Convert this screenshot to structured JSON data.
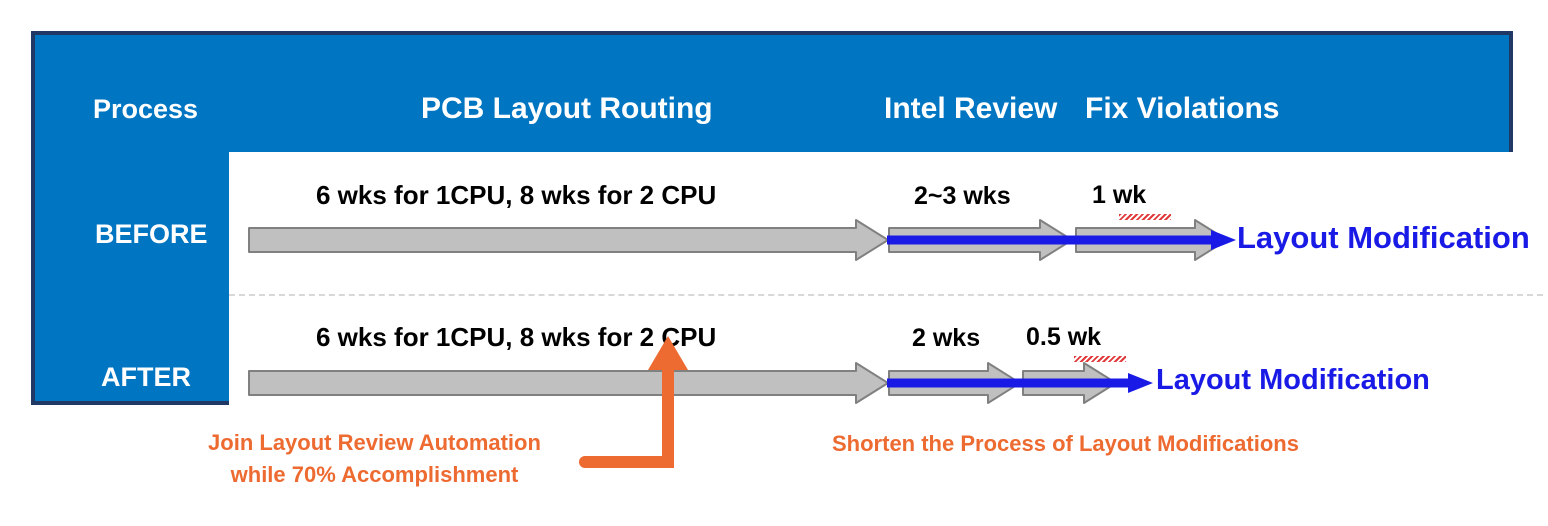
{
  "card": {
    "fill": "#0075C2",
    "border": "#1F3864"
  },
  "header": {
    "process_label": "Process",
    "columns": [
      {
        "label": "PCB Layout Routing"
      },
      {
        "label": "Intel Review"
      },
      {
        "label": "Fix Violations"
      }
    ]
  },
  "rows": [
    {
      "name": "BEFORE",
      "label": "BEFORE",
      "routing_caption": "6 wks for 1CPU, 8 wks for 2 CPU",
      "review_caption": "2~3 wks",
      "fix_caption": "1 wk",
      "fix_caption_spellcheck": true,
      "outcome": "Layout Modification"
    },
    {
      "name": "AFTER",
      "label": "AFTER",
      "routing_caption": "6 wks for 1CPU, 8 wks for 2 CPU",
      "review_caption": "2 wks",
      "fix_caption": "0.5 wk",
      "fix_caption_spellcheck": true,
      "outcome": "Layout Modification"
    }
  ],
  "notes": {
    "left_line1": "Join Layout Review Automation",
    "left_line2": "while 70% Accomplishment",
    "right": "Shorten the Process of Layout Modifications"
  },
  "colors": {
    "brand_blue": "#0075C2",
    "dark_navy": "#1F3864",
    "arrow_gray_fill": "#C0C0C0",
    "arrow_gray_stroke": "#808080",
    "flow_blue": "#1A1AE6",
    "accent_orange": "#ED6A31",
    "separator_gray": "#D8D8D8"
  },
  "icons": {
    "routing_arrow": "right-block-arrow-icon",
    "review_arrow": "right-block-arrow-icon",
    "fix_arrow": "right-block-arrow-icon",
    "flow_arrow": "blue-flow-arrow-icon",
    "callout_arrow": "orange-elbow-arrow-icon"
  }
}
